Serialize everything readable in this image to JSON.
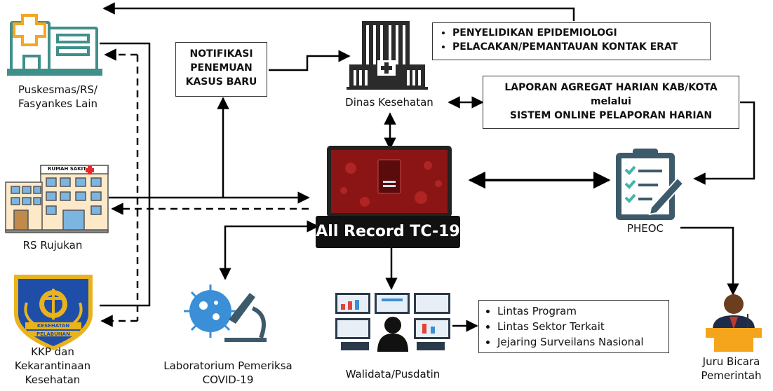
{
  "nodes": {
    "puskesmas": "Puskesmas/RS/\nFasyankes Lain",
    "rs_rujukan": "RS Rujukan",
    "kkp": "KKP dan\nKekarantinaan\nKesehatan",
    "lab": "Laboratorium Pemeriksa\nCOVID-19",
    "walidata": "Walidata/Pusdatin",
    "dinkes": "Dinas Kesehatan",
    "pheoc": "PHEOC",
    "juru_bicara": "Juru Bicara\nPemerintah",
    "center": "All Record TC-19"
  },
  "icon_text": {
    "rumah_sakit": "RUMAH SAKIT",
    "seal_top": "KESEHATAN",
    "seal_bottom": "PELABUHAN"
  },
  "boxes": {
    "notifikasi": "NOTIFIKASI\nPENEMUAN\nKASUS BARU",
    "epi": [
      "PENYELIDIKAN EPIDEMIOLOGI",
      "PELACAKAN/PEMANTAUAN KONTAK ERAT"
    ],
    "laporan": "LAPORAN AGREGAT HARIAN KAB/KOTA\nmelalui\nSISTEM ONLINE PELAPORAN HARIAN",
    "lintas": [
      "Lintas Program",
      "Lintas Sektor Terkait",
      "Jejaring Surveilans Nasional"
    ]
  },
  "colors": {
    "teal": "#3f8f8a",
    "orange": "#f5a623",
    "dark": "#333333",
    "screen_red": "#8b1515",
    "seal_blue": "#1f4ea8",
    "seal_gold": "#e8b31d",
    "virus_blue": "#3a8fd6",
    "check_teal": "#3fb6a8",
    "podium_orange": "#f4a51c"
  }
}
